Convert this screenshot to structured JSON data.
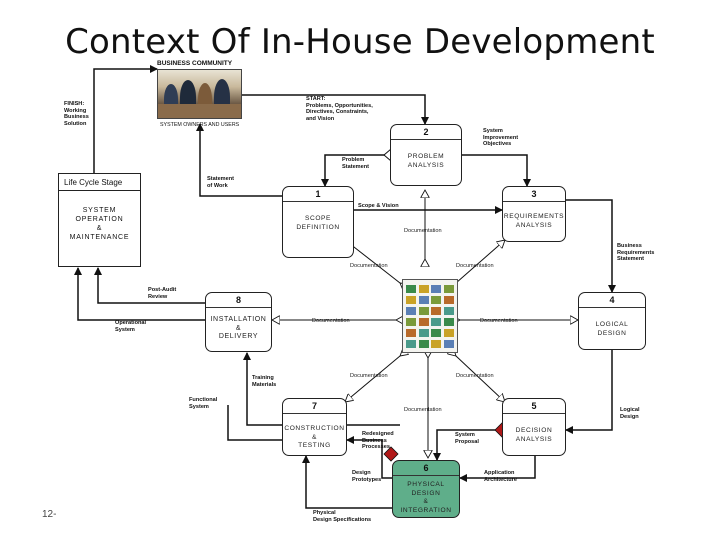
{
  "title": "Context Of In-House Development",
  "footer": "12-",
  "community": {
    "header": "BUSINESS COMMUNITY",
    "caption": "SYSTEM OWNERS AND USERS"
  },
  "lifecycle": {
    "header": "Life Cycle Stage",
    "body": "SYSTEM\nOPERATION\n&\nMAINTENANCE"
  },
  "boxes": {
    "b1": {
      "num": "1",
      "label": "SCOPE\nDEFINITION"
    },
    "b2": {
      "num": "2",
      "label": "PROBLEM\nANALYSIS"
    },
    "b3": {
      "num": "3",
      "label": "REQUIREMENTS\nANALYSIS"
    },
    "b4": {
      "num": "4",
      "label": "LOGICAL\nDESIGN"
    },
    "b5": {
      "num": "5",
      "label": "DECISION\nANALYSIS"
    },
    "b6": {
      "num": "6",
      "label": "PHYSICAL\nDESIGN\n&\nINTEGRATION"
    },
    "b7": {
      "num": "7",
      "label": "CONSTRUCTION\n&\nTESTING"
    },
    "b8": {
      "num": "8",
      "label": "INSTALLATION\n&\nDELIVERY"
    }
  },
  "annotations": {
    "finish": "FINISH:\nWorking\nBusiness\nSolution",
    "start": "START:\nProblems, Opportunities,\nDirectives, Constraints,\nand Vision",
    "sio": "System\nImprovement\nObjectives",
    "problem_statement": "Problem\nStatement",
    "statement_of_work": "Statement\nof Work",
    "scope_vision": "Scope & Vision",
    "brs": "Business\nRequirements\nStatement",
    "post_audit": "Post-Audit\nReview",
    "operational_system": "Operational\nSystem",
    "training": "Training\nMaterials",
    "functional_system": "Functional\nSystem",
    "logical_design": "Logical\nDesign",
    "redesigned": "Redesigned\nBusiness\nProcesses",
    "system_proposal": "System\nProposal",
    "design_prototypes": "Design\nPrototypes",
    "app_arch": "Application\nArchitecture",
    "phys_spec": "Physical\nDesign Specifications"
  },
  "doc_label": "Documentation",
  "colors": {
    "green_box": "#5fae8a",
    "diamond": "#b01818",
    "line": "#111111"
  }
}
